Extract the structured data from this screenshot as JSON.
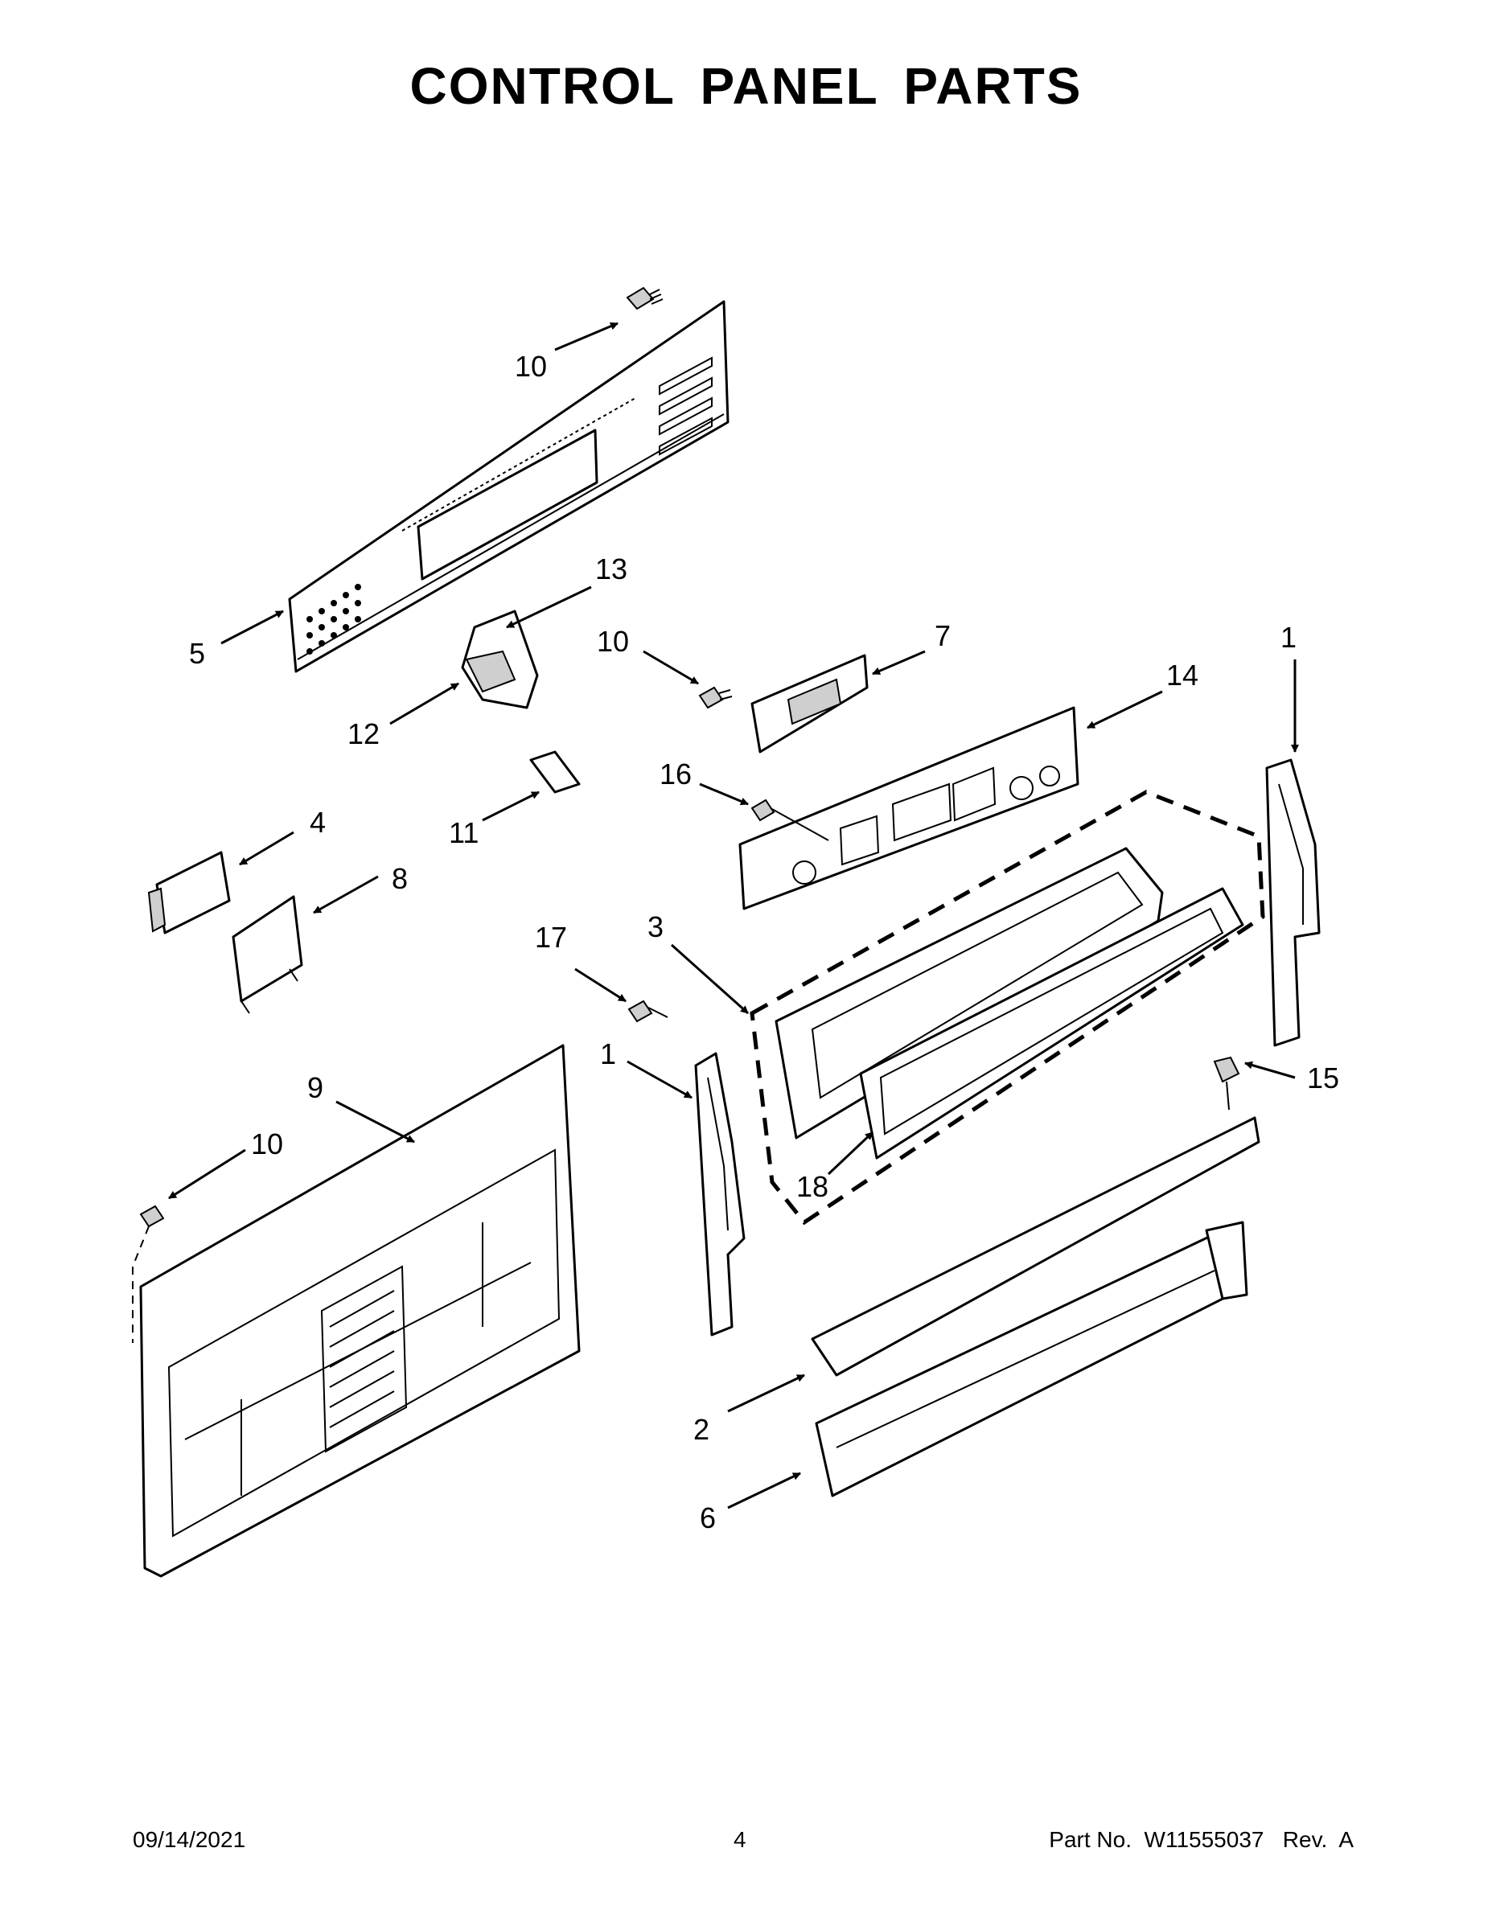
{
  "title": "CONTROL PANEL PARTS",
  "callouts": {
    "c10a": "10",
    "c5": "5",
    "c13": "13",
    "c12": "12",
    "c10b": "10",
    "c7": "7",
    "c14": "14",
    "c1a": "1",
    "c16": "16",
    "c11": "11",
    "c4": "4",
    "c8": "8",
    "c17": "17",
    "c3": "3",
    "c1b": "1",
    "c15": "15",
    "c9": "9",
    "c10c": "10",
    "c18": "18",
    "c2": "2",
    "c6": "6"
  },
  "footer": {
    "date": "09/14/2021",
    "page": "4",
    "part": "Part No.  W11555037   Rev.  A"
  }
}
